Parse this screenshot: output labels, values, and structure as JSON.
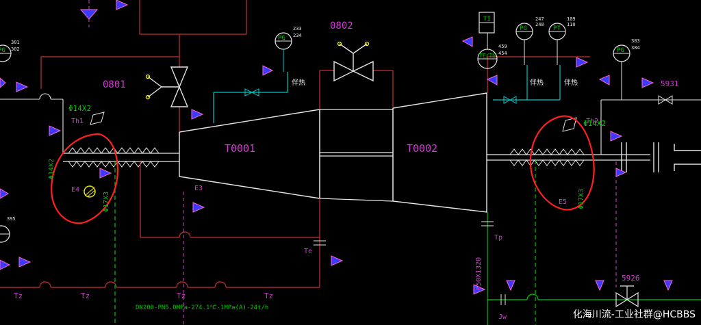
{
  "labels": {
    "valve_0801": "0801",
    "valve_0802": "0802",
    "turbine_1": "T0001",
    "turbine_2": "T0002",
    "valve_5931": "5931",
    "valve_5926": "5926",
    "pipe_left_size": "Φ14X2",
    "pipe_right_size": "Φ14X2",
    "pipe_left_vertical": "Φ14X2",
    "pipe_right_vertical": "Φ17X3",
    "pipe_left_vertical_2": "Φ17X3",
    "th1": "Th1",
    "th2": "Th2",
    "e3": "E3",
    "e4": "E4",
    "e5": "E5",
    "te": "Te",
    "tp": "Tp",
    "jw": "Jw",
    "tz": "Tz",
    "duct_size": "650X1320",
    "pipe_spec": "DN200-PN5.0MPa-274.1℃-1MPa(A)-24t/h",
    "accompany_1": "伴热",
    "accompany_2": "伴热",
    "accompany_3": "伴热",
    "pg_tag": "PG",
    "pg_tag_2": "PG",
    "pg_tag_3": "PG",
    "pt_tag": "PT",
    "ti_tag": "TI",
    "te_tg_tag": "TE/TG",
    "num_301": "301",
    "num_302": "302",
    "num_383": "383",
    "num_384": "384",
    "num_233": "233",
    "num_234": "234",
    "num_459": "459",
    "num_454": "454",
    "num_247": "247",
    "num_248": "248",
    "num_109": "109",
    "num_110": "110",
    "num_395": "395",
    "watermark": "化海川流-工业社群@HCBBS"
  },
  "colors": {
    "background": "#000000",
    "magenta": "#d23cd2",
    "red": "#c83232",
    "green": "#00c800",
    "cyan": "#00c8c8",
    "white": "#e6e6e6",
    "yellow": "#e6e600",
    "blue_pink": "#ff66cc",
    "annotation_red": "#ff2020"
  }
}
